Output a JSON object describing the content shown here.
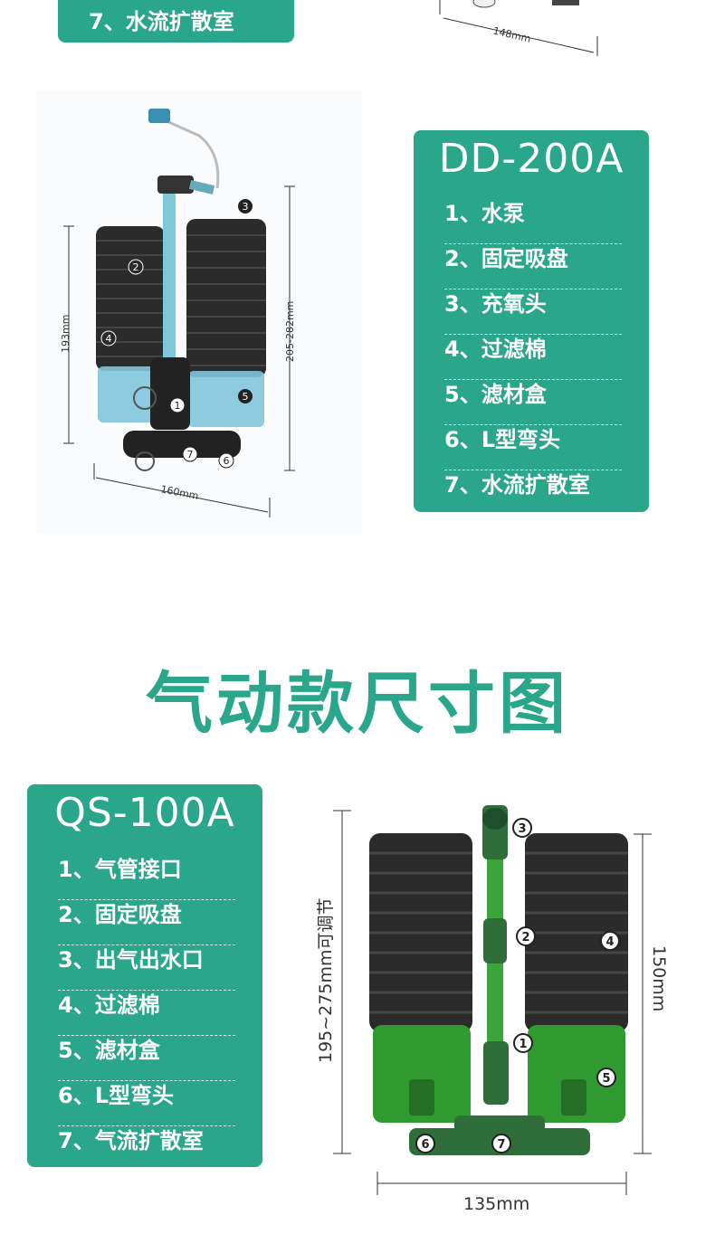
{
  "top_fragment": {
    "item7": "7、水流扩散室",
    "dim_width": "148mm"
  },
  "dd200a": {
    "model": "DD-200A",
    "items": [
      "1、水泵",
      "2、固定吸盘",
      "3、充氧头",
      "4、过滤棉",
      "5、滤材盒",
      "6、L型弯头",
      "7、水流扩散室"
    ],
    "dims": {
      "height_left": "193mm",
      "height_right": "205-282mm",
      "width": "160mm"
    },
    "markers": [
      "1",
      "2",
      "3",
      "4",
      "5",
      "6",
      "7"
    ]
  },
  "section": {
    "title": "气动款尺寸图"
  },
  "qs100a": {
    "model": "QS-100A",
    "items": [
      "1、气管接口",
      "2、固定吸盘",
      "3、出气出水口",
      "4、过滤棉",
      "5、滤材盒",
      "6、L型弯头",
      "7、气流扩散室"
    ],
    "dims": {
      "height_left": "195~275mm可调节",
      "height_right": "150mm",
      "width": "135mm"
    },
    "markers": [
      "1",
      "2",
      "3",
      "4",
      "5",
      "6",
      "7"
    ]
  },
  "colors": {
    "accent": "#2aa68a",
    "sponge": "#2b2b2b",
    "dd_box": "#7fc7da",
    "qs_box": "#2f9a2f"
  }
}
